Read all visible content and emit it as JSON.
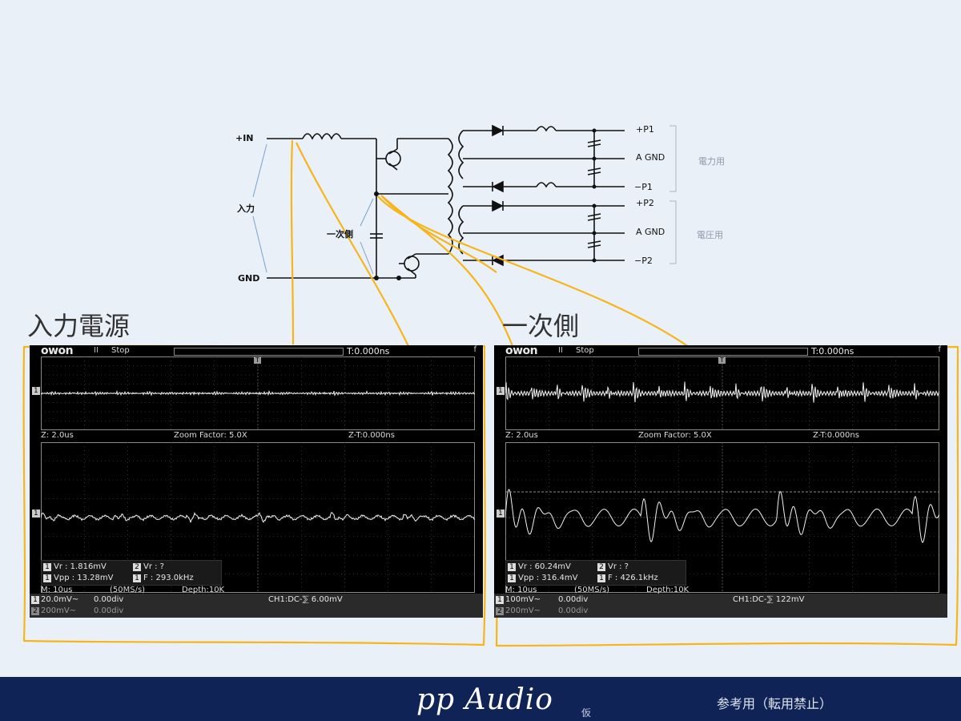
{
  "schematic": {
    "labels": {
      "in_plus": "+IN",
      "gnd": "GND",
      "input": "入力",
      "primary": "一次側",
      "p1_plus": "+P1",
      "agnd1": "A GND",
      "p1_minus": "−P1",
      "p2_plus": "+P2",
      "agnd2": "A GND",
      "p2_minus": "−P2",
      "group_power": "電力用",
      "group_voltage": "電圧用"
    }
  },
  "sections": {
    "left_title": "入力電源",
    "right_title": "一次側"
  },
  "scopes": [
    {
      "logo": "owon",
      "run_mark": "II",
      "status": "Stop",
      "trig_time": "T:0.000ns",
      "trig_icon": "f",
      "zoom_z": "Z: 2.0us",
      "zoom_factor": "Zoom Factor: 5.0X",
      "zoom_zt": "Z-T:0.000ns",
      "channel_marker": "1",
      "trigger_marker": "T",
      "meas": {
        "ch1_tag": "1",
        "vr1": "Vr : 1.816mV",
        "ch2_tag": "2",
        "vr2": "Vr :   ?",
        "vpp_tag": "1",
        "vpp": "Vpp : 13.28mV",
        "f_tag": "1",
        "freq": "F : 293.0kHz"
      },
      "timebase": "M: 10us",
      "sample_rate": "(50MS/s)",
      "depth": "Depth:10K",
      "ch1": {
        "tag": "1",
        "scale": "20.0mV~",
        "offset": "0.00div"
      },
      "ch2": {
        "tag": "2",
        "scale": "200mV~",
        "offset": "0.00div"
      },
      "trigger": "CH1:DC-⅀ 6.00mV"
    },
    {
      "logo": "owon",
      "run_mark": "II",
      "status": "Stop",
      "trig_time": "T:0.000ns",
      "trig_icon": "f",
      "zoom_z": "Z: 2.0us",
      "zoom_factor": "Zoom Factor: 5.0X",
      "zoom_zt": "Z-T:0.000ns",
      "channel_marker": "1",
      "trigger_marker": "T",
      "meas": {
        "ch1_tag": "1",
        "vr1": "Vr : 60.24mV",
        "ch2_tag": "2",
        "vr2": "Vr :   ?",
        "vpp_tag": "1",
        "vpp": "Vpp : 316.4mV",
        "f_tag": "1",
        "freq": "F : 426.1kHz"
      },
      "timebase": "M: 10us",
      "sample_rate": "(50MS/s)",
      "depth": "Depth:10K",
      "ch1": {
        "tag": "1",
        "scale": "100mV~",
        "offset": "0.00div"
      },
      "ch2": {
        "tag": "2",
        "scale": "200mV~",
        "offset": "0.00div"
      },
      "trigger": "CH1:DC-⅀ 122mV"
    }
  ],
  "footer": {
    "brand": "pp Audio",
    "sub": "仮",
    "note": "参考用（転用禁止）"
  },
  "colors": {
    "page_bg": "#eaf0f8",
    "highlight": "#f5b51b",
    "arrow": "#7aa0d0",
    "footer_bg": "#0f2357",
    "trace": "#f2f2f2"
  }
}
